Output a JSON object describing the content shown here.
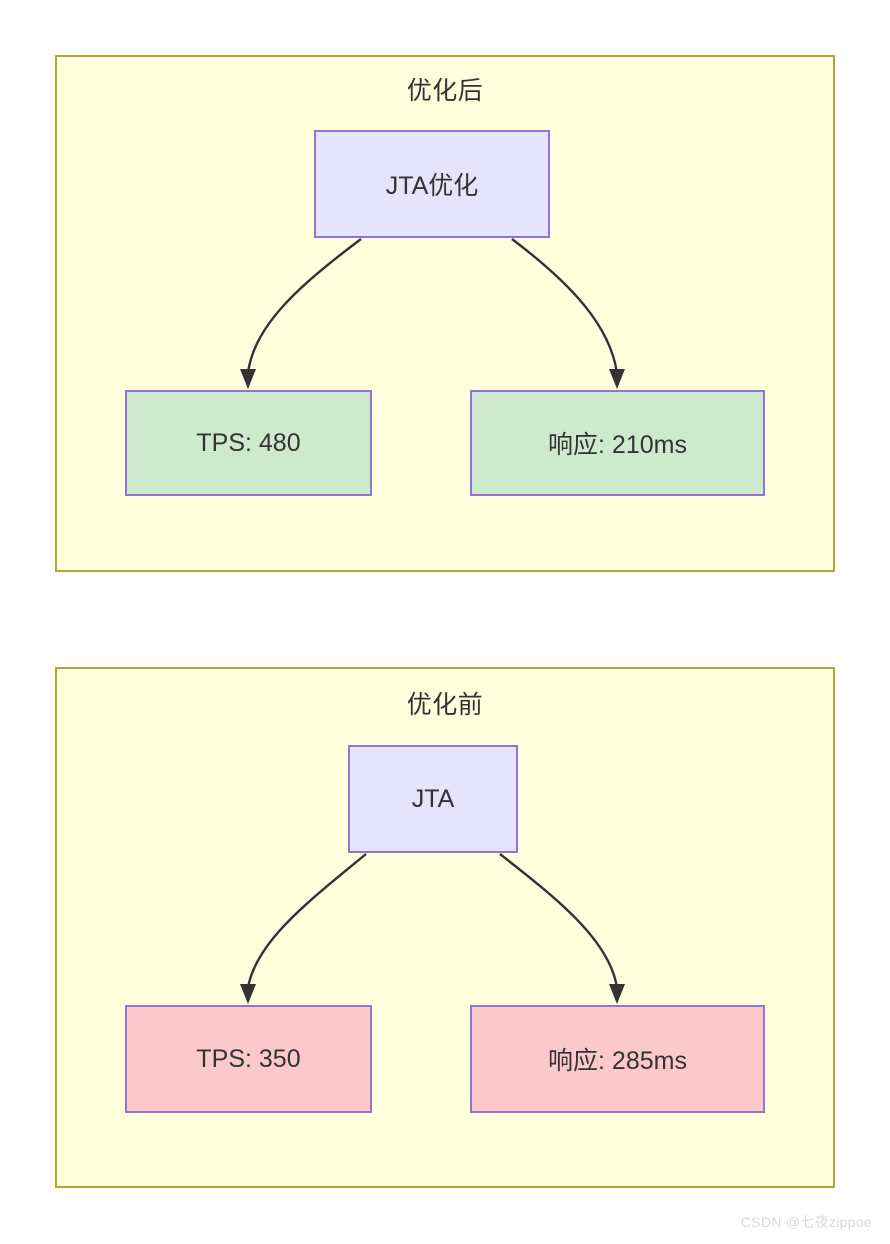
{
  "diagram": {
    "type": "flowchart",
    "watermark": "CSDN @七夜zippoe",
    "groups": [
      {
        "id": "after",
        "title": "优化后",
        "fill": "#ffffde",
        "border": "#aaaa33",
        "root": {
          "label": "JTA优化",
          "fill": "#e6e4fb",
          "border": "#9673d3"
        },
        "children": [
          {
            "label": "TPS: 480",
            "fill": "#cdeacd",
            "border": "#9673d3",
            "metric": "TPS",
            "value": 480,
            "unit": ""
          },
          {
            "label": "响应: 210ms",
            "fill": "#cdeacd",
            "border": "#9673d3",
            "metric": "响应",
            "value": 210,
            "unit": "ms"
          }
        ]
      },
      {
        "id": "before",
        "title": "优化前",
        "fill": "#ffffde",
        "border": "#aaaa33",
        "root": {
          "label": "JTA",
          "fill": "#e6e4fb",
          "border": "#9673d3"
        },
        "children": [
          {
            "label": "TPS: 350",
            "fill": "#fcc9cb",
            "border": "#9673d3",
            "metric": "TPS",
            "value": 350,
            "unit": ""
          },
          {
            "label": "响应: 285ms",
            "fill": "#fcc9cb",
            "border": "#9673d3",
            "metric": "响应",
            "value": 285,
            "unit": "ms"
          }
        ]
      }
    ],
    "edges": [
      {
        "from": "JTA优化",
        "to": "TPS: 480",
        "label": ""
      },
      {
        "from": "JTA优化",
        "to": "响应: 210ms",
        "label": ""
      },
      {
        "from": "JTA",
        "to": "TPS: 350",
        "label": ""
      },
      {
        "from": "JTA",
        "to": "响应: 285ms",
        "label": ""
      }
    ]
  }
}
